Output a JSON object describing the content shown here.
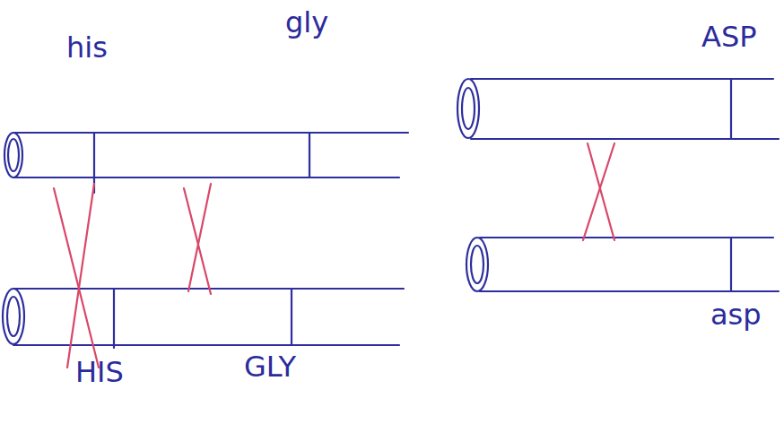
{
  "diagram": {
    "labels": [
      "his",
      "gly",
      "HIS",
      "GLY",
      "ASP",
      "asp"
    ]
  }
}
